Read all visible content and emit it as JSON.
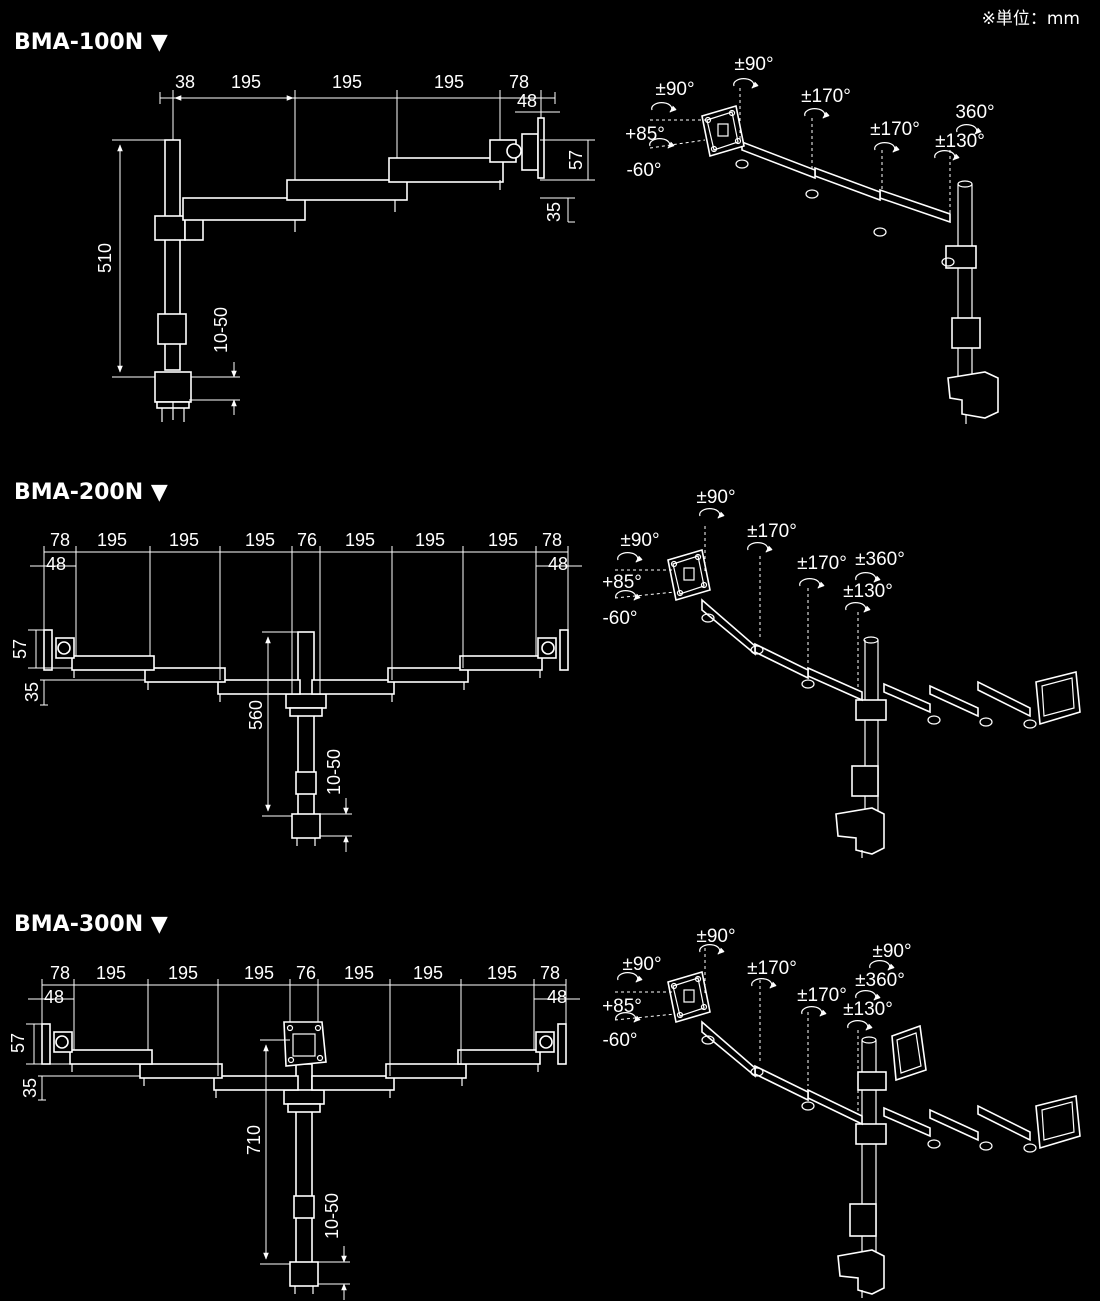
{
  "unit_note": "※単位：mm",
  "models": [
    {
      "title": "BMA-100N",
      "marker": "▼",
      "dims": {
        "top": [
          "38",
          "195",
          "195",
          "195",
          "78"
        ],
        "sub": "48",
        "right": [
          "57",
          "35"
        ],
        "height": "510",
        "clamp": "10-50"
      },
      "angles": [
        "±90°",
        "±90°",
        "+85°",
        "-60°",
        "±170°",
        "±170°",
        "360°",
        "±130°"
      ]
    },
    {
      "title": "BMA-200N",
      "marker": "▼",
      "dims": {
        "top": [
          "78",
          "195",
          "195",
          "195",
          "76",
          "195",
          "195",
          "195",
          "78"
        ],
        "sub_left": "48",
        "sub_right": "48",
        "left": [
          "57",
          "35"
        ],
        "height": "560",
        "clamp": "10-50"
      },
      "angles": [
        "±90°",
        "±90°",
        "+85°",
        "-60°",
        "±170°",
        "±170°",
        "±360°",
        "±130°"
      ]
    },
    {
      "title": "BMA-300N",
      "marker": "▼",
      "dims": {
        "top": [
          "78",
          "195",
          "195",
          "195",
          "76",
          "195",
          "195",
          "195",
          "78"
        ],
        "sub_left": "48",
        "sub_right": "48",
        "left": [
          "57",
          "35"
        ],
        "height": "710",
        "clamp": "10-50"
      },
      "angles": [
        "±90°",
        "±90°",
        "+85°",
        "-60°",
        "±170°",
        "±170°",
        "±90°",
        "±360°",
        "±130°"
      ]
    }
  ]
}
